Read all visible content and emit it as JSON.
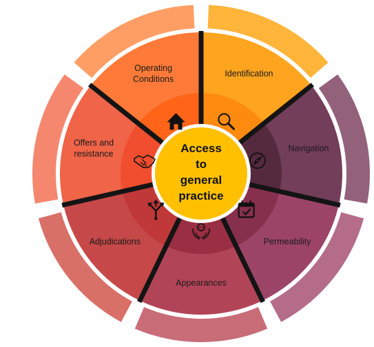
{
  "center": {
    "lines": [
      "Access",
      "to",
      "general",
      "practice"
    ],
    "color": "#FFC000"
  },
  "segments": [
    {
      "id": "identification",
      "lines": [
        "Identification"
      ],
      "icon": "magnifier-icon",
      "outer": "#FFB43A",
      "mid": "#FFA41E",
      "inner": "#FF8A10"
    },
    {
      "id": "navigation",
      "lines": [
        "Navigation"
      ],
      "icon": "compass-icon",
      "outer": "#93627A",
      "mid": "#733E5A",
      "inner": "#552A3E"
    },
    {
      "id": "permeability",
      "lines": [
        "Permeability"
      ],
      "icon": "calendar-check-icon",
      "outer": "#B46C88",
      "mid": "#9C4468",
      "inner": "#87304E"
    },
    {
      "id": "appearances",
      "lines": [
        "Appearances"
      ],
      "icon": "hands-people-icon",
      "outer": "#C86C78",
      "mid": "#B24458",
      "inner": "#9A2E42"
    },
    {
      "id": "adjudications",
      "lines": [
        "Adjudications"
      ],
      "icon": "diverging-arrows-icon",
      "outer": "#D87068",
      "mid": "#C64848",
      "inner": "#C03838"
    },
    {
      "id": "offers-and-resistance",
      "lines": [
        "Offers and",
        "resistance"
      ],
      "icon": "handshake-icon",
      "outer": "#F5876E",
      "mid": "#F06448",
      "inner": "#F04E2E"
    },
    {
      "id": "operating-conditions",
      "lines": [
        "Operating",
        "Conditions"
      ],
      "icon": "home-icon",
      "outer": "#FF9E64",
      "mid": "#FF7A38",
      "inner": "#FF6418"
    }
  ]
}
